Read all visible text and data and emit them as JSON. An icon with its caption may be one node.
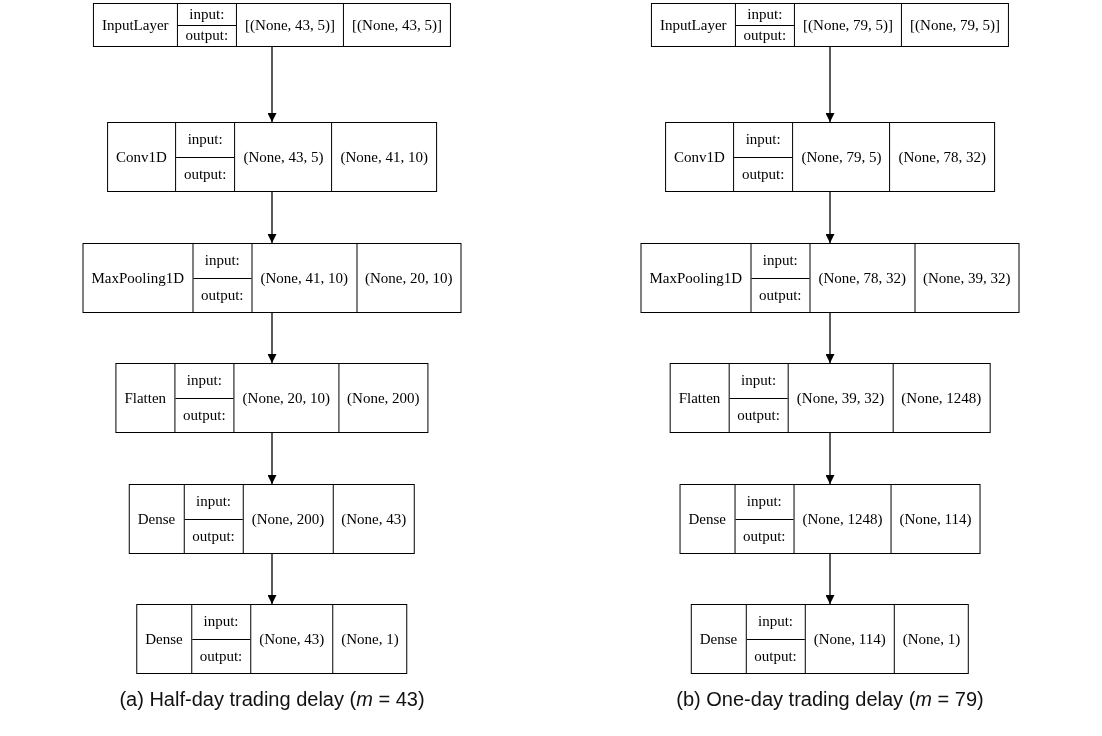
{
  "diagram": {
    "nodes": [
      {
        "text": [
          "InputLayer",
          "input:",
          "output:",
          "[(None, 43, 5)]",
          "[(None, 43, 5)]"
        ]
      },
      {
        "text": [
          "Conv1D",
          "input:",
          "output:",
          "(None, 43, 5)",
          "(None, 41, 10)"
        ]
      },
      {
        "text": [
          "MaxPooling1D",
          "input:",
          "output:",
          "(None, 41, 10)",
          "(None, 20, 10)"
        ]
      },
      {
        "text": [
          "Flatten",
          "input:",
          "output:",
          "(None, 20, 10)",
          "(None, 200)"
        ]
      },
      {
        "text": [
          "Dense",
          "input:",
          "output:",
          "(None, 200)",
          "(None, 43)"
        ]
      },
      {
        "text": [
          "Dense",
          "input:",
          "output:",
          "(None, 43)",
          "(None, 1)"
        ]
      },
      {
        "text": [
          "InputLayer",
          "input:",
          "output:",
          "[(None, 79, 5)]",
          "[(None, 79, 5)]"
        ]
      },
      {
        "text": [
          "Conv1D",
          "input:",
          "output:",
          "(None, 79, 5)",
          "(None, 78, 32)"
        ]
      },
      {
        "text": [
          "MaxPooling1D",
          "input:",
          "output:",
          "(None, 78, 32)",
          "(None, 39, 32)"
        ]
      },
      {
        "text": [
          "Flatten",
          "input:",
          "output:",
          "(None, 39, 32)",
          "(None, 1248)"
        ]
      },
      {
        "text": [
          "Dense",
          "input:",
          "output:",
          "(None, 1248)",
          "(None, 114)"
        ]
      },
      {
        "text": [
          "Dense",
          "input:",
          "output:",
          "(None, 114)",
          "(None, 1)"
        ]
      }
    ],
    "edges": [
      {
        "from": 0,
        "to": 1,
        "arrow": "to"
      },
      {
        "from": 1,
        "to": 2,
        "arrow": "to"
      },
      {
        "from": 2,
        "to": 3,
        "arrow": "to"
      },
      {
        "from": 3,
        "to": 4,
        "arrow": "to"
      },
      {
        "from": 4,
        "to": 5,
        "arrow": "to"
      },
      {
        "from": 6,
        "to": 7,
        "arrow": "to"
      },
      {
        "from": 7,
        "to": 8,
        "arrow": "to"
      },
      {
        "from": 8,
        "to": 9,
        "arrow": "to"
      },
      {
        "from": 9,
        "to": 10,
        "arrow": "to"
      },
      {
        "from": 10,
        "to": 11,
        "arrow": "to"
      }
    ],
    "labels": [
      "(a) Half-day trading delay (*m* = 43)",
      "(b) One-day trading delay (*m* = 79)"
    ]
  }
}
